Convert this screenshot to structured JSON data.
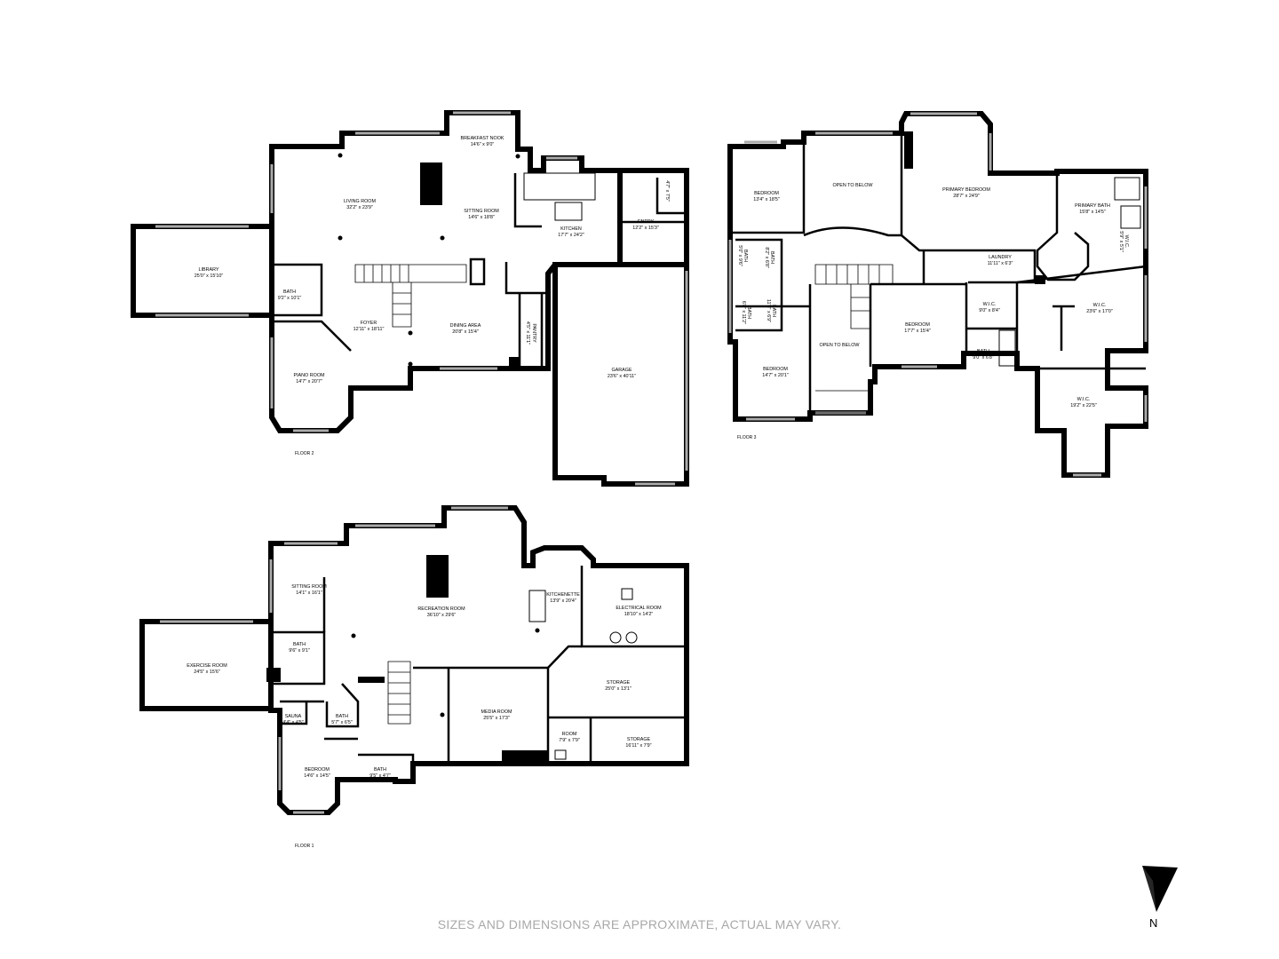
{
  "floors": [
    {
      "label": "FLOOR 2",
      "rooms": [
        {
          "name": "LIBRARY",
          "dims": "25'0\" x 15'10\""
        },
        {
          "name": "LIVING ROOM",
          "dims": "32'2\" x 23'9\""
        },
        {
          "name": "BREAKFAST NOOK",
          "dims": "14'6\" x 9'0\""
        },
        {
          "name": "SITTING ROOM",
          "dims": "14'6\" x 18'8\""
        },
        {
          "name": "KITCHEN",
          "dims": "17'7\" x 24'2\""
        },
        {
          "name": "ENTRY",
          "dims": "12'2\" x 15'3\""
        },
        {
          "name": "BATH",
          "dims": "9'2\" x 10'1\""
        },
        {
          "name": "FOYER",
          "dims": "12'11\" x 18'11\""
        },
        {
          "name": "DINING AREA",
          "dims": "20'8\" x 15'4\""
        },
        {
          "name": "PIANO ROOM",
          "dims": "14'7\" x 20'7\""
        },
        {
          "name": "GARAGE",
          "dims": "23'6\" x 40'11\""
        },
        {
          "name": "PANTRY",
          "dims": "4'5\" x 11'1\""
        },
        {
          "name": "",
          "dims": "4'7\" x 7'5\""
        }
      ]
    },
    {
      "label": "FLOOR 3",
      "rooms": [
        {
          "name": "BEDROOM",
          "dims": "13'4\" x 18'5\""
        },
        {
          "name": "OPEN TO BELOW",
          "dims": ""
        },
        {
          "name": "PRIMARY BEDROOM",
          "dims": "28'7\" x 24'9\""
        },
        {
          "name": "PRIMARY BATH",
          "dims": "15'8\" x 14'5\""
        },
        {
          "name": "LAUNDRY",
          "dims": "11'11\" x 6'3\""
        },
        {
          "name": "W.I.C.",
          "dims": "9'0\" x 8'4\""
        },
        {
          "name": "W.I.C.",
          "dims": "23'6\" x 17'0\""
        },
        {
          "name": "BEDROOM",
          "dims": "17'7\" x 15'4\""
        },
        {
          "name": "BATH",
          "dims": "9'0\" x 6'8\""
        },
        {
          "name": "OPEN TO BELOW",
          "dims": ""
        },
        {
          "name": "BEDROOM",
          "dims": "14'7\" x 20'1\""
        },
        {
          "name": "W.I.C.",
          "dims": "19'2\" x 22'5\""
        },
        {
          "name": "BATH",
          "dims": "5'0\" x 9'6\""
        },
        {
          "name": "BATH",
          "dims": "8'2\" x 6'8\""
        },
        {
          "name": "BATH",
          "dims": "6'8\" x 11'2\""
        },
        {
          "name": "BATH",
          "dims": "11'8\" x 6'9\""
        },
        {
          "name": "W.I.C.",
          "dims": "5'9\" x 5'1\""
        }
      ]
    },
    {
      "label": "FLOOR 1",
      "rooms": [
        {
          "name": "SITTING ROOM",
          "dims": "14'1\" x 16'1\""
        },
        {
          "name": "RECREATION ROOM",
          "dims": "36'10\" x 29'6\""
        },
        {
          "name": "KITCHENETTE",
          "dims": "13'9\" x 20'4\""
        },
        {
          "name": "ELECTRICAL ROOM",
          "dims": "18'10\" x 14'2\""
        },
        {
          "name": "EXERCISE ROOM",
          "dims": "24'5\" x 15'6\""
        },
        {
          "name": "BATH",
          "dims": "9'6\" x 9'1\""
        },
        {
          "name": "STORAGE",
          "dims": "25'0\" x 13'1\""
        },
        {
          "name": "MEDIA ROOM",
          "dims": "25'5\" x 17'3\""
        },
        {
          "name": "SAUNA",
          "dims": "4'4\" x 4'5\""
        },
        {
          "name": "BATH",
          "dims": "5'7\" x 6'5\""
        },
        {
          "name": "ROOM",
          "dims": "7'9\" x 7'9\""
        },
        {
          "name": "STORAGE",
          "dims": "16'11\" x 7'9\""
        },
        {
          "name": "BEDROOM",
          "dims": "14'6\" x 14'5\""
        },
        {
          "name": "BATH",
          "dims": "9'5\" x 4'7\""
        }
      ]
    }
  ],
  "disclaimer": "SIZES AND DIMENSIONS ARE APPROXIMATE, ACTUAL MAY VARY.",
  "compass": {
    "label": "N",
    "icon": "north-arrow-icon"
  },
  "colors": {
    "walls": "#000000",
    "windows": "#aaaaaa",
    "disclaimer": "#a8a8a8"
  }
}
